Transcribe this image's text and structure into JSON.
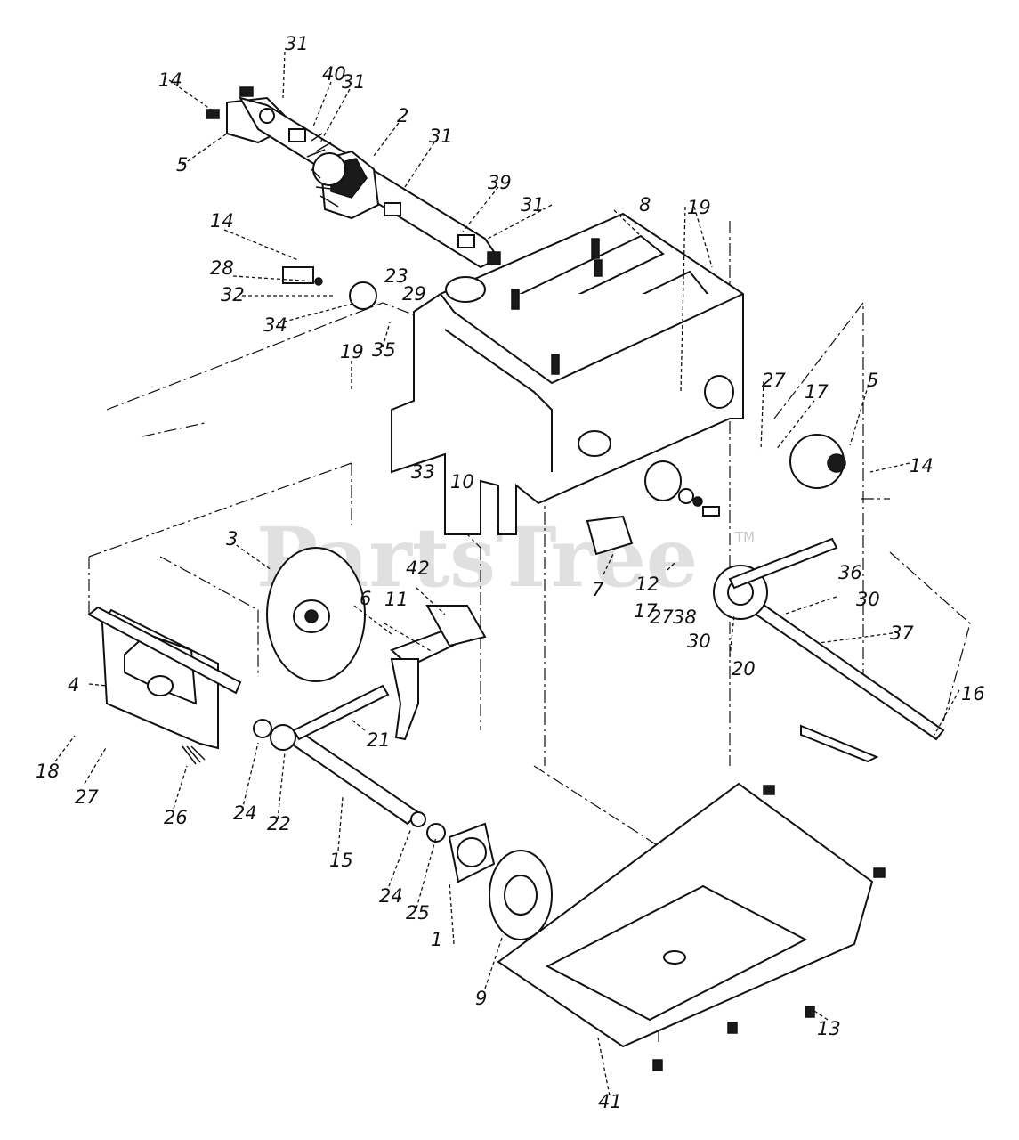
{
  "watermark": {
    "text": "PartsTree",
    "tm": "TM"
  },
  "callouts": [
    "31",
    "40",
    "31",
    "14",
    "5",
    "2",
    "31",
    "39",
    "31",
    "8",
    "19",
    "14",
    "28",
    "23",
    "29",
    "32",
    "34",
    "19",
    "35",
    "27",
    "17",
    "5",
    "14",
    "33",
    "10",
    "3",
    "6",
    "11",
    "42",
    "7",
    "12",
    "17",
    "27",
    "38",
    "36",
    "30",
    "30",
    "37",
    "20",
    "4",
    "21",
    "16",
    "18",
    "27",
    "26",
    "24",
    "22",
    "15",
    "24",
    "25",
    "1",
    "9",
    "13",
    "41"
  ]
}
